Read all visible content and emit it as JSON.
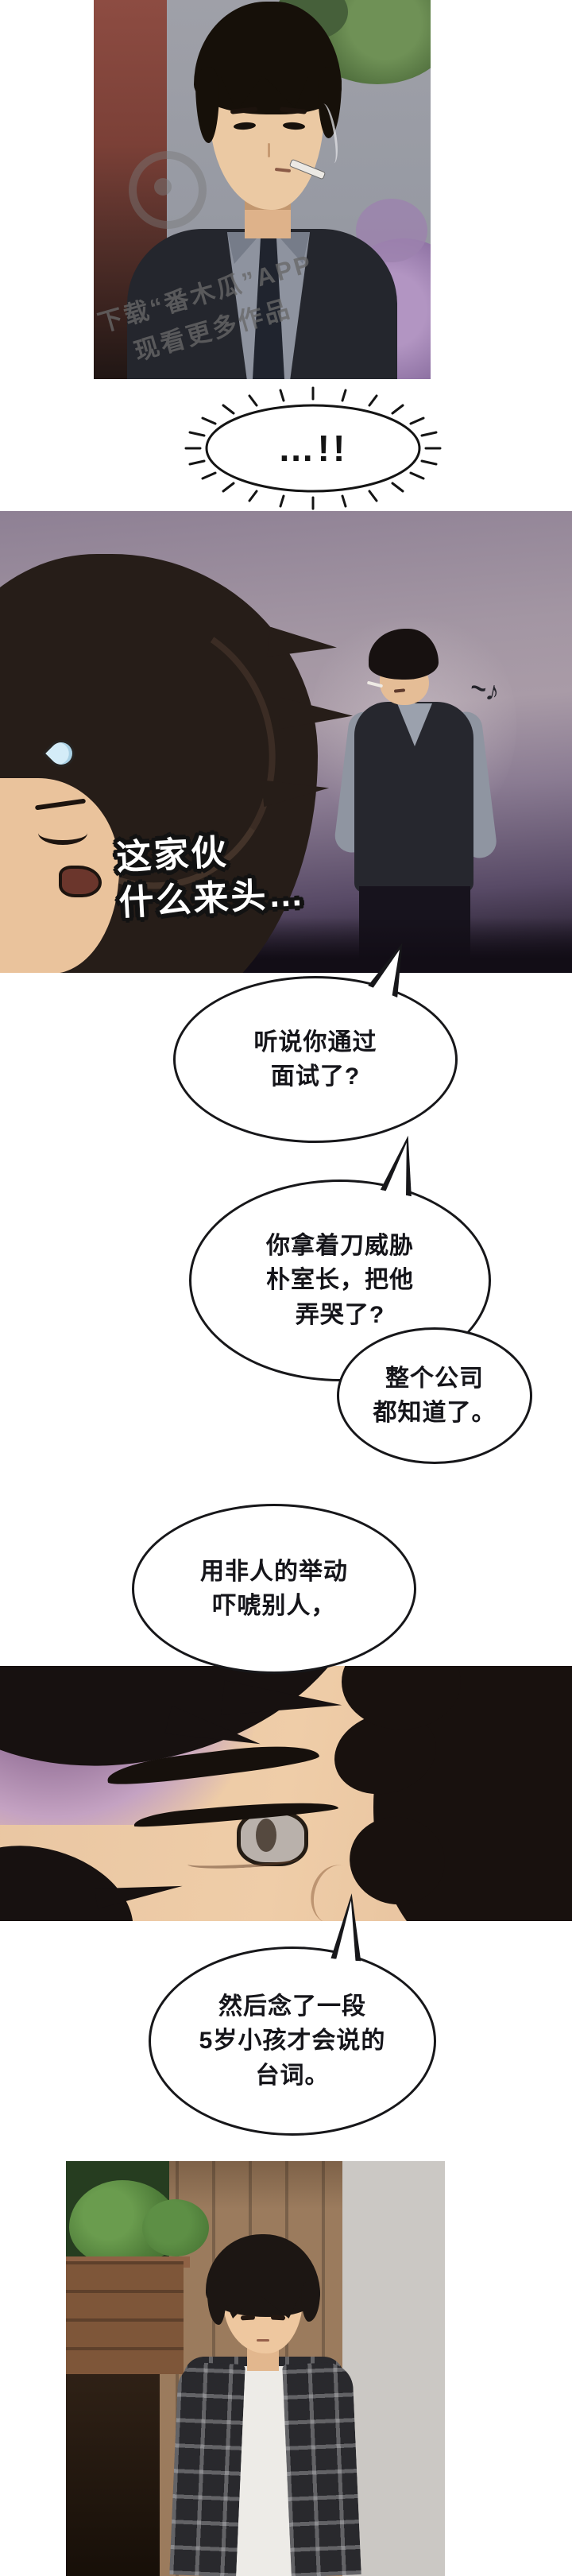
{
  "watermark": {
    "line1": "下载“番木瓜”APP",
    "line2": "现看更多作品"
  },
  "sfx_exclaim": "…!!",
  "music_note": "~♪",
  "thought": "这家伙\n什么来头…",
  "bubbles": [
    {
      "text": "听说你通过\n面试了?"
    },
    {
      "text": "你拿着刀威胁\n朴室长，把他\n弄哭了?"
    },
    {
      "text": "整个公司\n都知道了。"
    },
    {
      "text": "用非人的举动\n吓唬别人，"
    },
    {
      "text": "然后念了一段\n5岁小孩才会说的\n台词。"
    }
  ],
  "colors": {
    "bubble_outline": "#17171a",
    "panel2_purple": "#a396a3",
    "sweat_blue": "#d4ecf8"
  }
}
